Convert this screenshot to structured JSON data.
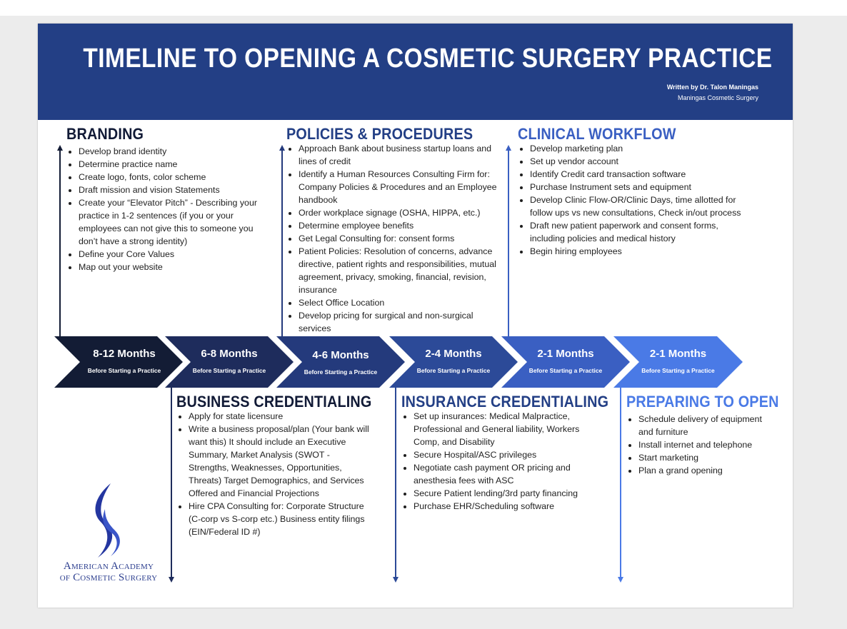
{
  "header": {
    "title": "TIMELINE TO OPENING A COSMETIC SURGERY PRACTICE",
    "author": "Written by Dr. Talon Maningas",
    "organization": "Maningas Cosmetic Surgery"
  },
  "colors": {
    "header_bg": "#233f85",
    "stage1": "#131c35",
    "stage2": "#1e2c5c",
    "stage3": "#243a7c",
    "stage4": "#2c4a98",
    "stage5": "#3a5fc2",
    "stage6": "#4a7ae6"
  },
  "timeline": [
    {
      "period": "8-12 Months",
      "note": "Before Starting a Practice"
    },
    {
      "period": "6-8 Months",
      "note": "Before Starting a Practice"
    },
    {
      "period": "4-6 Months",
      "note": "Before Starting a Practice"
    },
    {
      "period": "2-4 Months",
      "note": "Before Starting a Practice"
    },
    {
      "period": "2-1 Months",
      "note": "Before Starting a Practice"
    },
    {
      "period": "2-1 Months",
      "note": "Before Starting a Practice"
    }
  ],
  "sections": {
    "branding": {
      "title": "BRANDING",
      "items": [
        "Develop brand identity",
        "Determine practice name",
        "Create logo, fonts, color scheme",
        "Draft mission and vision Statements",
        "Create your “Elevator Pitch” - Describing your practice in 1-2  sentences (if you or your employees can not give this to someone you don’t have a strong identity)",
        "Define your Core Values",
        "Map out your website"
      ]
    },
    "policies": {
      "title": "POLICIES & PROCEDURES",
      "items": [
        "Approach Bank about business startup loans and lines of credit",
        "Identify a Human Resources Consulting Firm for: Company Policies & Procedures and an Employee handbook",
        "Order workplace signage (OSHA, HIPPA, etc.)",
        "Determine employee benefits",
        "Get Legal Consulting for: consent forms",
        "Patient Policies: Resolution of concerns, advance directive, patient rights and responsibilities, mutual agreement, privacy, smoking, financial, revision, insurance",
        "Select Office Location",
        "Develop pricing for surgical and non-surgical services"
      ]
    },
    "clinical": {
      "title": "CLINICAL WORKFLOW",
      "items": [
        "Develop marketing plan",
        "Set up vendor account",
        "Identify Credit card transaction software",
        "Purchase Instrument sets and equipment",
        "Develop Clinic Flow-OR/Clinic Days, time allotted for follow ups vs new consultations,  Check in/out process",
        "Draft new patient paperwork and consent forms, including policies and medical history",
        "Begin hiring employees"
      ]
    },
    "business": {
      "title": "BUSINESS CREDENTIALING",
      "items": [
        "Apply for state licensure",
        "Write a business proposal/plan (Your bank will want this)  It should include an Executive Summary, Market Analysis (SWOT - Strengths, Weaknesses, Opportunities, Threats) Target Demographics, and Services Offered and Financial Projections",
        "Hire CPA Consulting for: Corporate Structure (C-corp vs S-corp etc.) Business entity filings (EIN/Federal ID #)"
      ]
    },
    "insurance": {
      "title": "INSURANCE CREDENTIALING",
      "items": [
        "Set up insurances: Medical Malpractice, Professional and General liability,  Workers Comp, and Disability",
        "Secure Hospital/ASC privileges",
        "Negotiate cash payment OR pricing and anesthesia fees with ASC",
        "Secure Patient lending/3rd party financing",
        "Purchase EHR/Scheduling software"
      ]
    },
    "preparing": {
      "title": "PREPARING TO OPEN",
      "items": [
        "Schedule delivery of equipment and furniture",
        "Install internet and telephone",
        "Start marketing",
        "Plan a grand opening"
      ]
    }
  },
  "logo": {
    "line1": "American Academy",
    "line2": "of Cosmetic Surgery"
  }
}
